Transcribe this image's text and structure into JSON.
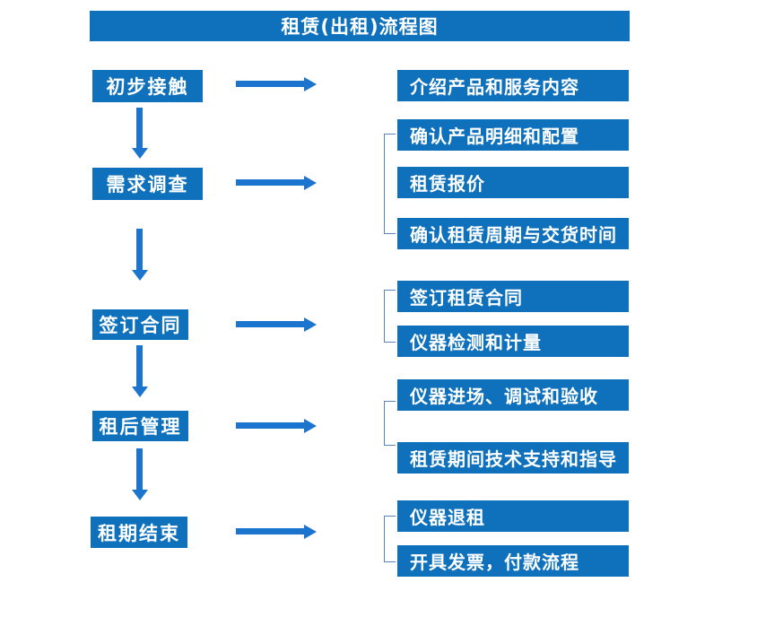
{
  "title": "租赁(出租)流程图",
  "colors": {
    "box_blue": "#0f71bc",
    "arrow_blue": "#1b74cd",
    "bracket_blue": "#5b84b8",
    "text_white": "#ffffff"
  },
  "steps": [
    {
      "label": "初步接触",
      "outputs": [
        "介绍产品和服务内容"
      ]
    },
    {
      "label": "需求调查",
      "outputs": [
        "确认产品明细和配置",
        "租赁报价",
        "确认租赁周期与交货时间"
      ]
    },
    {
      "label": "签订合同",
      "outputs": [
        "签订租赁合同",
        "仪器检测和计量"
      ]
    },
    {
      "label": "租后管理",
      "outputs": [
        "仪器进场、调试和验收",
        "租赁期间技术支持和指导"
      ]
    },
    {
      "label": "租期结束",
      "outputs": [
        "仪器退租",
        "开具发票，付款流程"
      ]
    }
  ]
}
